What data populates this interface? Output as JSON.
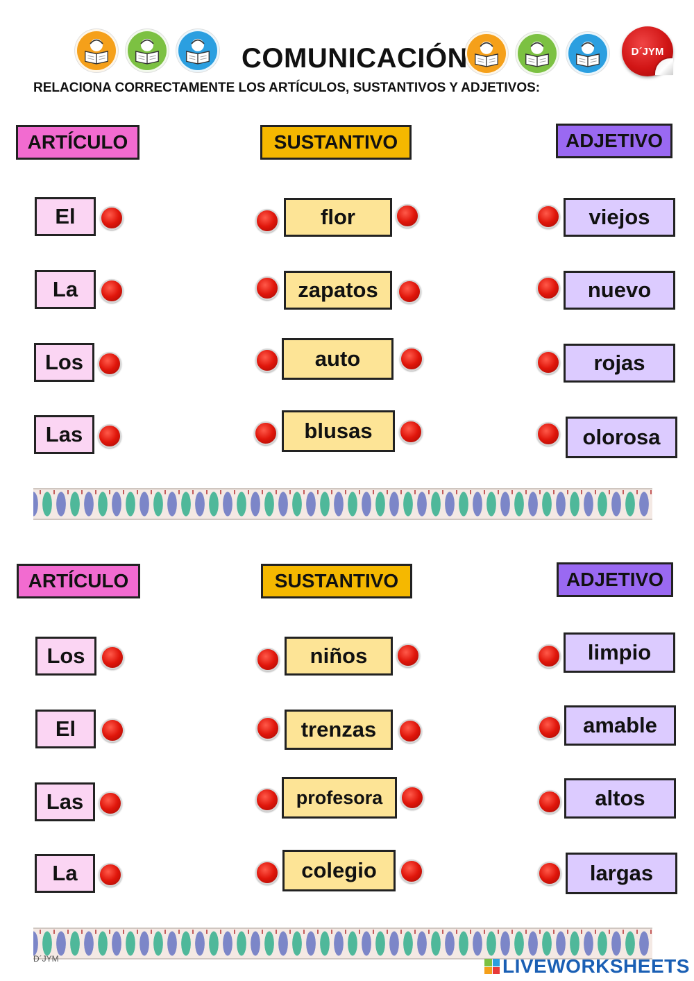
{
  "header": {
    "title": "COMUNICACIÓN",
    "instruction": "RELACIONA CORRECTAMENTE LOS ARTÍCULOS, SUSTANTIVOS Y ADJETIVOS:",
    "logo_text": "D´JYM",
    "reader_icons": [
      "child-reading-icon",
      "child-reading-icon",
      "child-reading-icon",
      "child-reading-icon",
      "child-reading-icon",
      "child-reading-icon"
    ],
    "reader_colors": [
      "#f5a01a",
      "#7cc142",
      "#2b9fe0"
    ]
  },
  "sections": [
    {
      "headers": {
        "articulo": "ARTÍCULO",
        "sustantivo": "SUSTANTIVO",
        "adjetivo": "ADJETIVO"
      },
      "articulos": [
        "El",
        "La",
        "Los",
        "Las"
      ],
      "sustantivos": [
        "flor",
        "zapatos",
        "auto",
        "blusas"
      ],
      "adjetivos": [
        "viejos",
        "nuevo",
        "rojas",
        "olorosa"
      ]
    },
    {
      "headers": {
        "articulo": "ARTÍCULO",
        "sustantivo": "SUSTANTIVO",
        "adjetivo": "ADJETIVO"
      },
      "articulos": [
        "Los",
        "El",
        "Las",
        "La"
      ],
      "sustantivos": [
        "niños",
        "trenzas",
        "profesora",
        "colegio"
      ],
      "adjetivos": [
        "limpio",
        "amable",
        "altos",
        "largas"
      ]
    }
  ],
  "footer": {
    "author": "D´JYM",
    "brand": "LIVEWORKSHEETS"
  },
  "colors": {
    "articulo_header": "#f26bd0",
    "articulo_box": "#fbd5f3",
    "sustantivo_header": "#f5b800",
    "sustantivo_box": "#fde496",
    "adjetivo_header": "#9a69f2",
    "adjetivo_box": "#dccbff",
    "dot": "#e0160b"
  }
}
